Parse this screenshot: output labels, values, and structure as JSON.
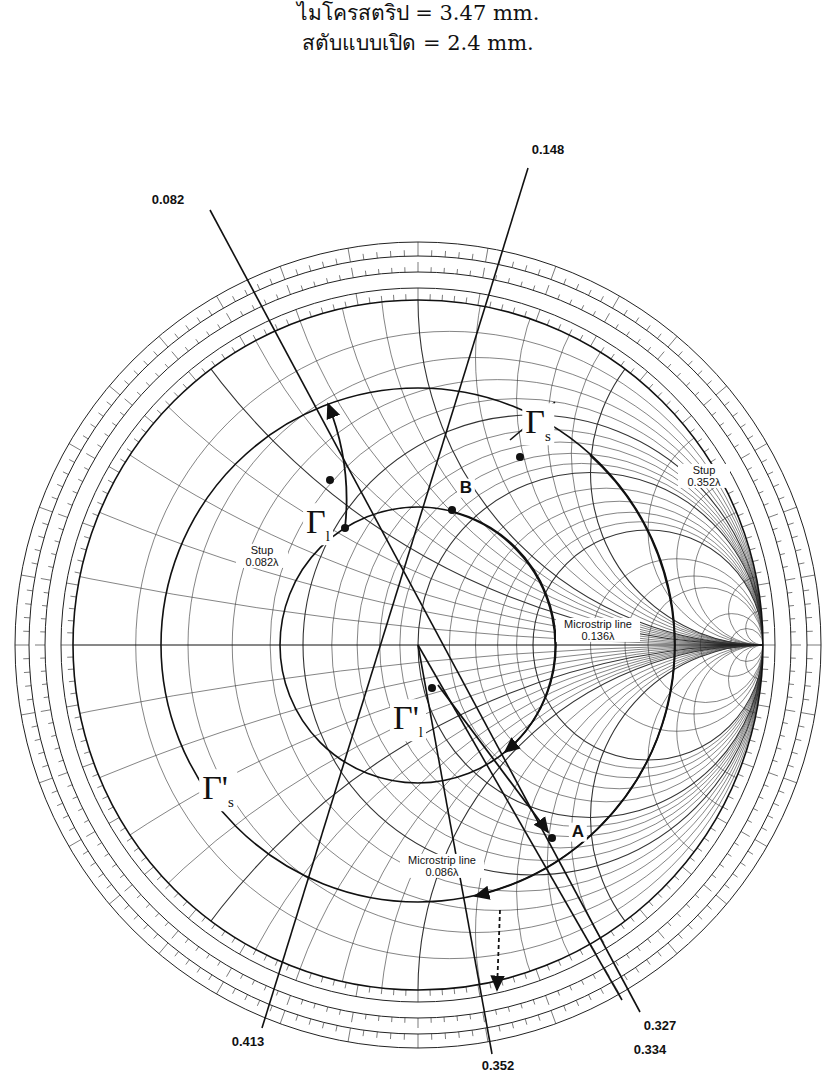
{
  "diagram": {
    "labels": [
      "ไมโครสตริป = 3.47 mm.",
      "สตับแบบเปิด = 2.4  mm.",
      "0.082",
      "0.148",
      "Γs",
      "B",
      "Stup 0.082λ",
      "Γl",
      "Stup 0.352λ",
      "Microstrip line 0.136λ",
      "Γ'l",
      "Γ's",
      "A",
      "Microstrip line 0.086λ",
      "0.413",
      "0.327",
      "0.334",
      "0.352"
    ]
  }
}
